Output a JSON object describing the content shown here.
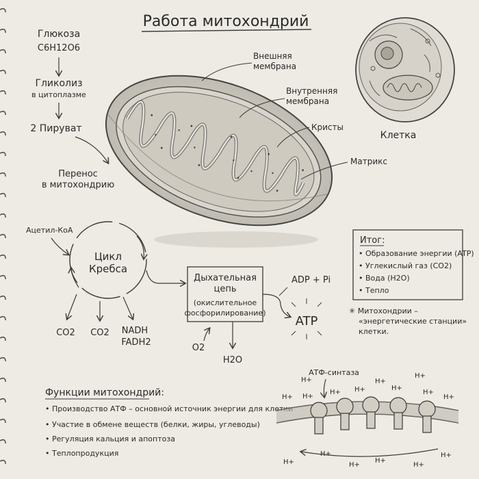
{
  "title": "Работа митохондрий",
  "glycolysis": {
    "glucose": "Глюкоза",
    "glucose_formula": "C6H12O6",
    "glycolysis": "Гликолиз",
    "glycolysis_where": "в цитоплазме",
    "pyruvate": "2 Пируват",
    "transfer_1": "Перенос",
    "transfer_2": "в митохондрию"
  },
  "mito_labels": {
    "outer_1": "Внешняя",
    "outer_2": "мембрана",
    "inner_1": "Внутренняя",
    "inner_2": "мембрана",
    "cristae": "Кристы",
    "matrix": "Матрикс"
  },
  "cell_label": "Клетка",
  "krebs": {
    "acetyl": "Ацетил-КоА",
    "title_1": "Цикл",
    "title_2": "Кребса",
    "out_co2_a": "CO2",
    "out_co2_b": "CO2",
    "out_nadh": "NADH",
    "out_fadh": "FADH2"
  },
  "resp": {
    "line1": "Дыхательная",
    "line2": "цепь",
    "line3": "(окислительное",
    "line4": "фосфорилирование)",
    "adp": "ADP + Pi",
    "atp": "ATP",
    "o2": "O2",
    "h2o": "H2O"
  },
  "summary": {
    "title": "Итог:",
    "items": [
      "• Образование энергии (ATP)",
      "• Углекислый газ (CO2)",
      "• Вода (H2O)",
      "• Тепло"
    ],
    "note_1": "✳ Митохондрии –",
    "note_2": "«энергетические станции»",
    "note_3": "клетки."
  },
  "functions": {
    "title": "Функции митохондрий:",
    "items": [
      "• Производство АТФ – основной источник энергии для клетки",
      "• Участие в обмене веществ (белки, жиры, углеводы)",
      "• Регуляция кальция и апоптоза",
      "• Теплопродукция"
    ]
  },
  "synthase": {
    "label": "АТФ-синтаза",
    "h": "H+"
  }
}
